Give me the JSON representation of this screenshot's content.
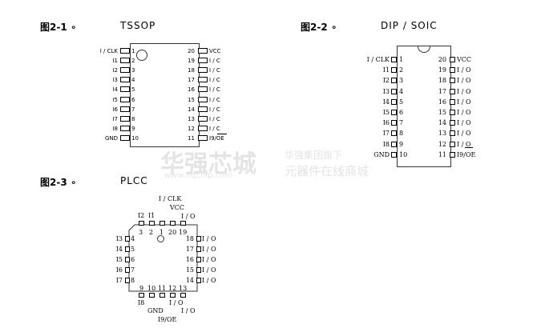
{
  "watermark": {
    "brand": "华强芯城",
    "url": "www.hqchip.com",
    "line1": "华强集团旗下",
    "line2": "元器件在线商城"
  },
  "tssop": {
    "figure": "图2-1 ∘",
    "title": "TSSOP",
    "left": [
      [
        "1",
        "I / CLK"
      ],
      [
        "2",
        "I1"
      ],
      [
        "3",
        "I2"
      ],
      [
        "4",
        "I3"
      ],
      [
        "5",
        "I4"
      ],
      [
        "6",
        "I5"
      ],
      [
        "7",
        "I6"
      ],
      [
        "8",
        "I7"
      ],
      [
        "9",
        "I8"
      ],
      [
        "10",
        "GND"
      ]
    ],
    "right": [
      [
        "20",
        "VCC"
      ],
      [
        "19",
        "I / C"
      ],
      [
        "18",
        "I / C"
      ],
      [
        "17",
        "I / C"
      ],
      [
        "16",
        "I / C"
      ],
      [
        "15",
        "I / C"
      ],
      [
        "14",
        "I / C"
      ],
      [
        "13",
        "I / C"
      ],
      [
        "12",
        "I / C"
      ],
      [
        "11",
        "I9/OE"
      ]
    ]
  },
  "dip": {
    "figure": "图2-2 ∘",
    "title": "DIP / SOIC",
    "left": [
      [
        "1",
        "I / CLK"
      ],
      [
        "2",
        "I1"
      ],
      [
        "3",
        "I2"
      ],
      [
        "4",
        "I3"
      ],
      [
        "5",
        "I4"
      ],
      [
        "6",
        "I5"
      ],
      [
        "7",
        "I6"
      ],
      [
        "8",
        "I7"
      ],
      [
        "9",
        "I8"
      ],
      [
        "10",
        "GND"
      ]
    ],
    "right": [
      [
        "20",
        "VCC"
      ],
      [
        "19",
        "I / O"
      ],
      [
        "18",
        "I / O"
      ],
      [
        "17",
        "I / O"
      ],
      [
        "16",
        "I / O"
      ],
      [
        "15",
        "I / O"
      ],
      [
        "14",
        "I / O"
      ],
      [
        "13",
        "I / O"
      ],
      [
        "12",
        "I / O"
      ],
      [
        "11",
        "I9/OE"
      ]
    ]
  },
  "plcc": {
    "figure": "图2-3 ∘",
    "title": "PLCC",
    "top": [
      [
        "3",
        "I2"
      ],
      [
        "2",
        "I1"
      ],
      [
        "1",
        "I / CLK"
      ],
      [
        "20",
        "VCC"
      ],
      [
        "19",
        "I / O"
      ]
    ],
    "left": [
      [
        "4",
        "I3"
      ],
      [
        "5",
        "I4"
      ],
      [
        "6",
        "I5"
      ],
      [
        "7",
        "I6"
      ],
      [
        "8",
        "I7"
      ]
    ],
    "right": [
      [
        "18",
        "I / O"
      ],
      [
        "17",
        "I / O"
      ],
      [
        "16",
        "I / O"
      ],
      [
        "15",
        "I / O"
      ],
      [
        "14",
        "I / O"
      ]
    ],
    "bottom": [
      [
        "9",
        "I8"
      ],
      [
        "10",
        "GND"
      ],
      [
        "11",
        "I9/OE"
      ],
      [
        "12",
        "I / O"
      ],
      [
        "13",
        "I / O"
      ]
    ]
  }
}
